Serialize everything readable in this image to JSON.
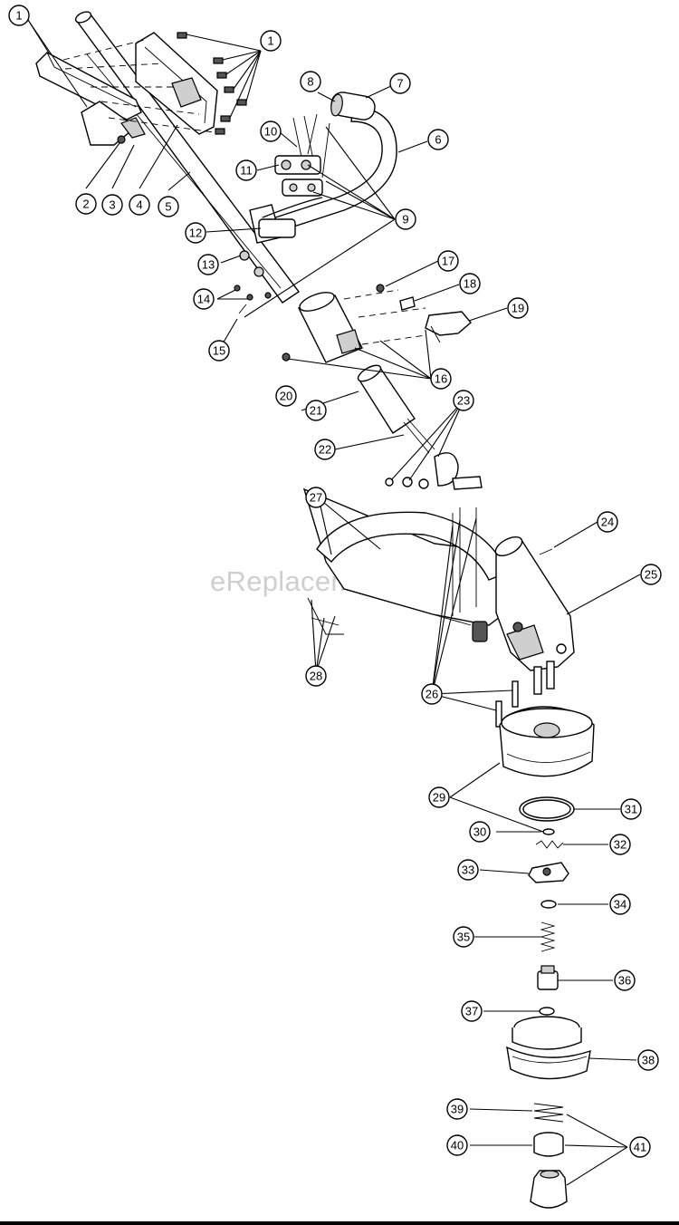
{
  "watermark": "eReplacementParts.com",
  "callouts": [
    {
      "id": "c1a",
      "label": "1"
    },
    {
      "id": "c1b",
      "label": "1"
    },
    {
      "id": "c2",
      "label": "2"
    },
    {
      "id": "c3",
      "label": "3"
    },
    {
      "id": "c4",
      "label": "4"
    },
    {
      "id": "c5",
      "label": "5"
    },
    {
      "id": "c6",
      "label": "6"
    },
    {
      "id": "c7",
      "label": "7"
    },
    {
      "id": "c8",
      "label": "8"
    },
    {
      "id": "c9",
      "label": "9"
    },
    {
      "id": "c10",
      "label": "10"
    },
    {
      "id": "c11",
      "label": "11"
    },
    {
      "id": "c12",
      "label": "12"
    },
    {
      "id": "c13",
      "label": "13"
    },
    {
      "id": "c14",
      "label": "14"
    },
    {
      "id": "c15",
      "label": "15"
    },
    {
      "id": "c16",
      "label": "16"
    },
    {
      "id": "c17",
      "label": "17"
    },
    {
      "id": "c18",
      "label": "18"
    },
    {
      "id": "c19",
      "label": "19"
    },
    {
      "id": "c20",
      "label": "20"
    },
    {
      "id": "c21",
      "label": "21"
    },
    {
      "id": "c22",
      "label": "22"
    },
    {
      "id": "c23",
      "label": "23"
    },
    {
      "id": "c24",
      "label": "24"
    },
    {
      "id": "c25",
      "label": "25"
    },
    {
      "id": "c26",
      "label": "26"
    },
    {
      "id": "c27",
      "label": "27"
    },
    {
      "id": "c28",
      "label": "28"
    },
    {
      "id": "c29",
      "label": "29"
    },
    {
      "id": "c30",
      "label": "30"
    },
    {
      "id": "c31",
      "label": "31"
    },
    {
      "id": "c32",
      "label": "32"
    },
    {
      "id": "c33",
      "label": "33"
    },
    {
      "id": "c34",
      "label": "34"
    },
    {
      "id": "c35",
      "label": "35"
    },
    {
      "id": "c36",
      "label": "36"
    },
    {
      "id": "c37",
      "label": "37"
    },
    {
      "id": "c38",
      "label": "38"
    },
    {
      "id": "c39",
      "label": "39"
    },
    {
      "id": "c40",
      "label": "40"
    },
    {
      "id": "c41",
      "label": "41"
    }
  ]
}
